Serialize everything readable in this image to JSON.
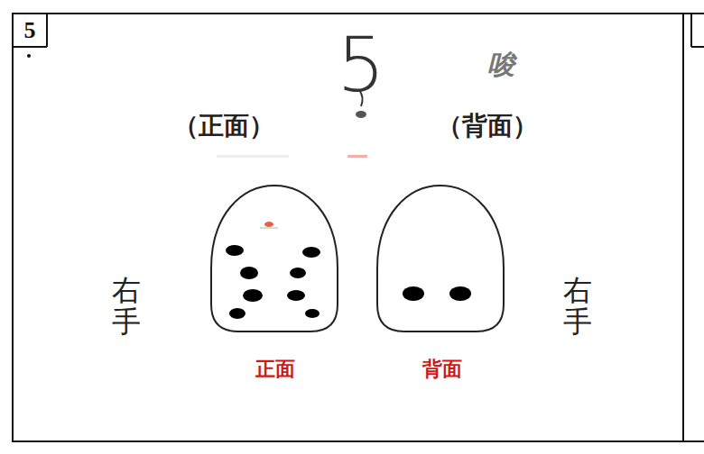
{
  "diagram": {
    "nodes": [
      {
        "text": [
          "5"
        ]
      },
      {
        "text": [
          "正面"
        ]
      },
      {
        "text": [
          "背面"
        ]
      }
    ],
    "labels": [
      "5",
      "唆",
      "（正面）",
      "（背面）",
      "右手",
      "右手"
    ]
  }
}
